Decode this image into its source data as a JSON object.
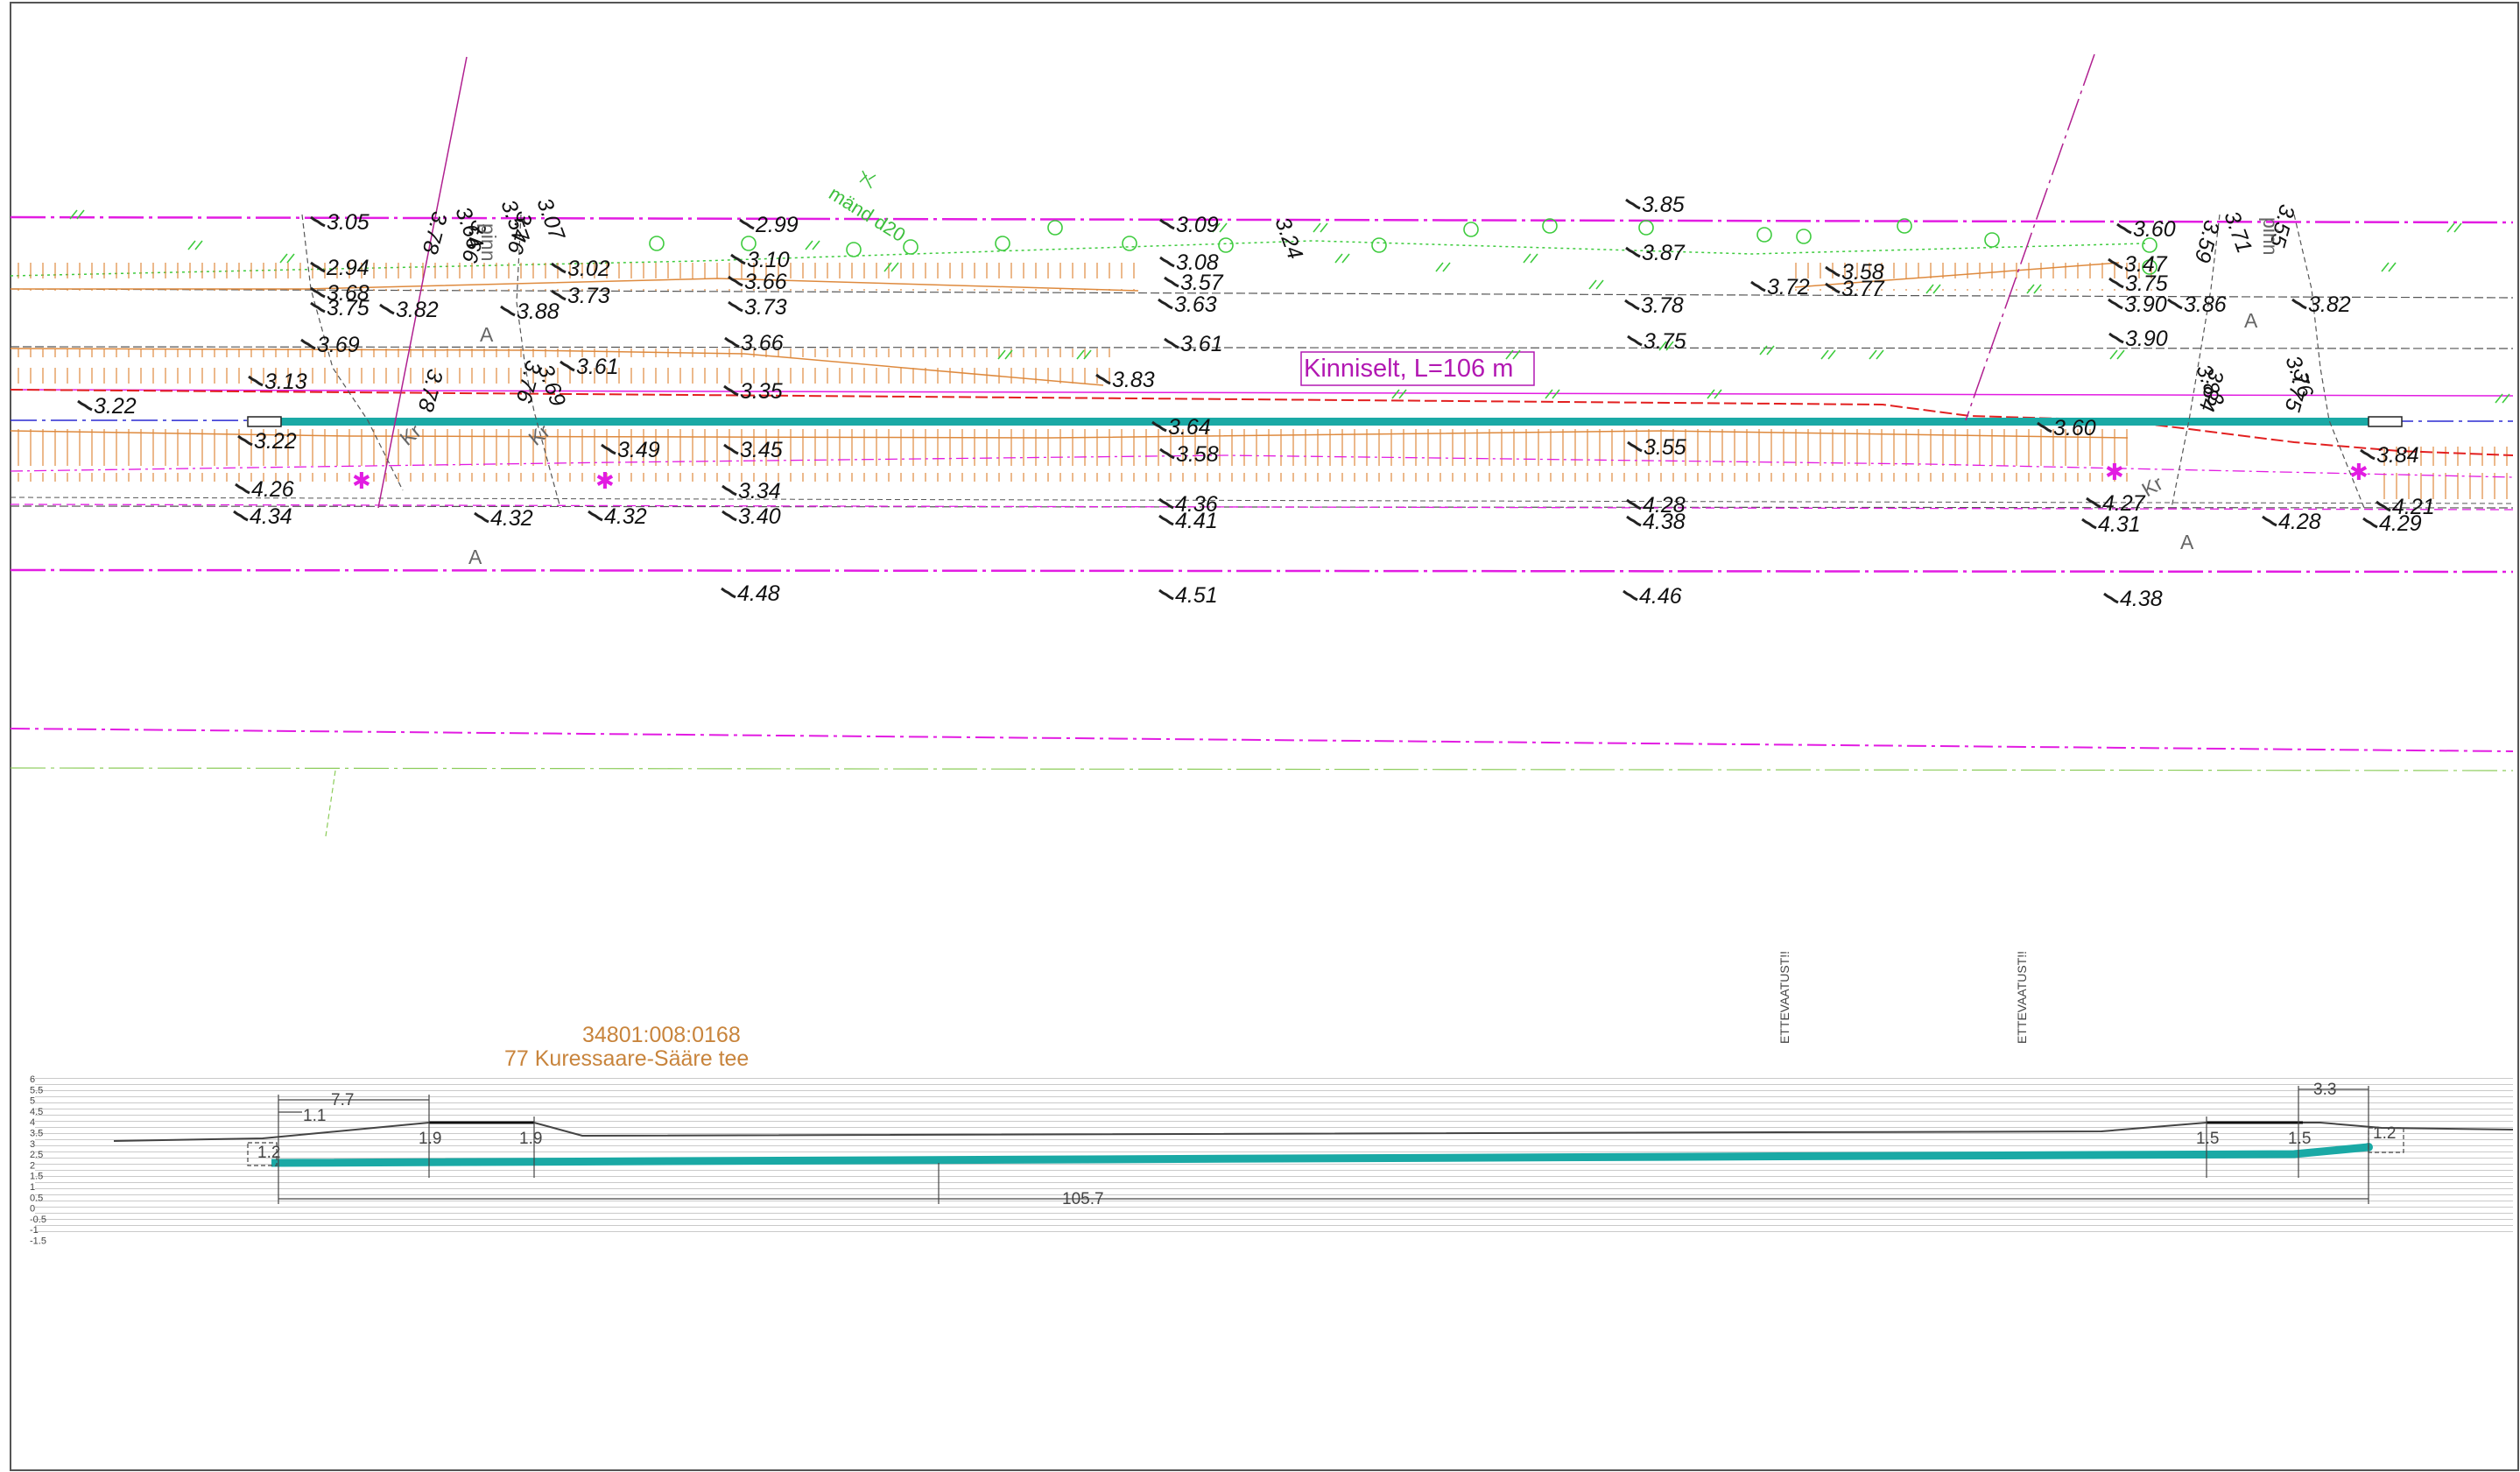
{
  "colors": {
    "magenta": "#e21ce2",
    "orange": "#de8a3e",
    "teal": "#1aa9a5",
    "green": "#3dcb3d",
    "red": "#e22020",
    "blue": "#2a2ad2",
    "gray": "#444444"
  },
  "banner": "Kinniselt, L=106 m",
  "road": {
    "parcel": "34801:008:0168",
    "name": "77 Kuressaare-Sääre tee"
  },
  "warnings": [
    "ETTEVAATUST!!",
    "ETTEVAATUST!!"
  ],
  "tree_note": "mänd d20",
  "plain_labels": {
    "area_marker": "A",
    "ground": "pinn",
    "ditch": "Kr"
  },
  "elevations": [
    "3.05",
    "2.94",
    "3.68",
    "3.75",
    "3.82",
    "3.69",
    "3.13",
    "3.22",
    "3.22",
    "3.88",
    "3.02",
    "3.73",
    "3.61",
    "3.49",
    "2.99",
    "3.10",
    "3.66",
    "3.73",
    "3.66",
    "3.35",
    "3.45",
    "3.34",
    "3.40",
    "4.26",
    "4.34",
    "4.32",
    "4.32",
    "3.09",
    "3.08",
    "3.57",
    "3.63",
    "3.61",
    "3.83",
    "3.64",
    "3.58",
    "4.36",
    "4.41",
    "3.85",
    "3.87",
    "3.78",
    "3.75",
    "3.55",
    "4.28",
    "4.38",
    "3.72",
    "3.58",
    "3.77",
    "3.60",
    "3.47",
    "3.75",
    "3.90",
    "3.86",
    "3.82",
    "3.90",
    "3.60",
    "4.27",
    "4.31",
    "4.28",
    "3.84",
    "4.21",
    "4.29",
    "4.48",
    "4.51",
    "4.46",
    "4.38"
  ],
  "rotated_elevations": [
    "3.78",
    "3.64",
    "3.66",
    "3.57",
    "3.46",
    "3.07",
    "3.76",
    "3.69",
    "3.78",
    "3.24",
    "3.59",
    "3.71",
    "3.55",
    "3.83",
    "3.84",
    "3.76",
    "3.75"
  ],
  "profile": {
    "left_dims": [
      "7.7",
      "1.1",
      "1.2"
    ],
    "left_heights": [
      "1.9",
      "1.9"
    ],
    "right_heights": [
      "1.5",
      "1.5"
    ],
    "right_dims": [
      "3.3",
      "1.2"
    ],
    "total_length": "105.7",
    "scale_ticks": [
      "6",
      "5.5",
      "5",
      "4.5",
      "4",
      "3.5",
      "3",
      "2.5",
      "2",
      "1.5",
      "1",
      "0.5",
      "0",
      "-0.5",
      "-1",
      "-1.5"
    ]
  }
}
